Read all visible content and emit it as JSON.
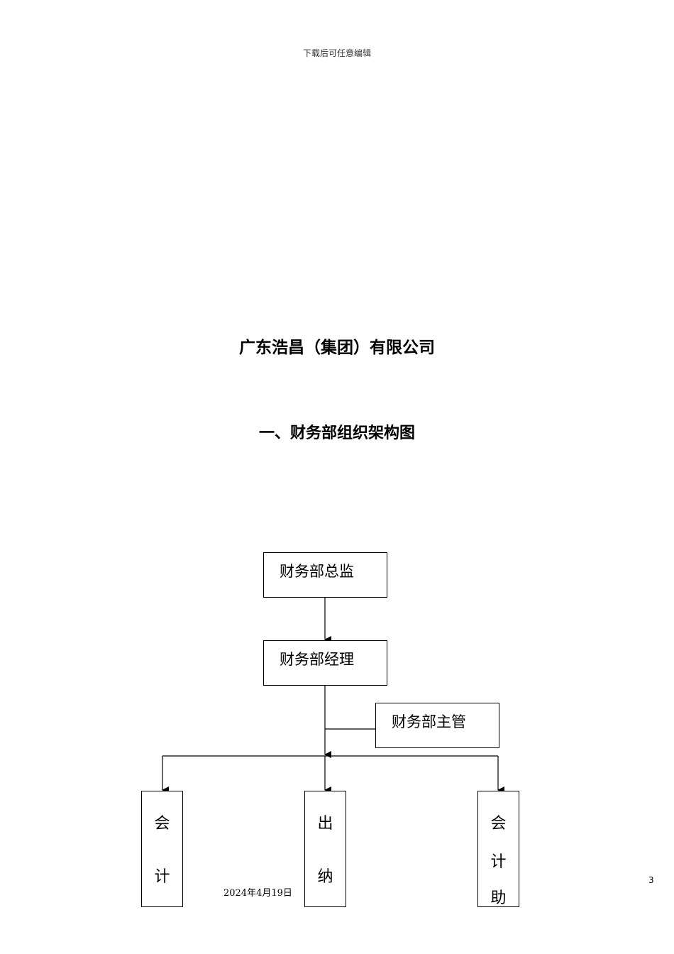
{
  "header_note": "下载后可任意编辑",
  "company_title": "广东浩昌（集团）有限公司",
  "section_title": "一、财务部组织架构图",
  "org_chart": {
    "director": "财务部总监",
    "manager": "财务部经理",
    "supervisor": "财务部主管",
    "accountant": [
      "会",
      "计"
    ],
    "cashier": [
      "出",
      "纳"
    ],
    "accounting_assistant": [
      "会",
      "计",
      "助"
    ]
  },
  "footer_date": "2024年4月19日",
  "page_number": "3"
}
